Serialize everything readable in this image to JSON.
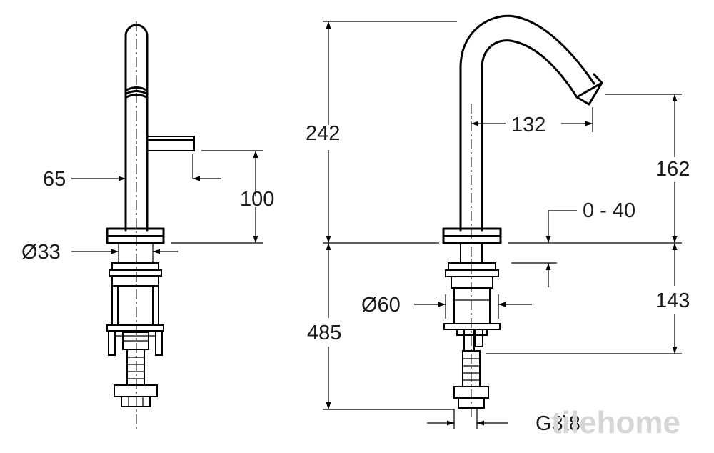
{
  "dimensions": {
    "side_spout_height": "65",
    "side_lever_height": "100",
    "side_shank_diameter": "Ø33",
    "front_total_height": "242",
    "front_spout_reach": "132",
    "front_outlet_height": "162",
    "front_deck_thickness": "0 - 40",
    "front_body_diameter": "Ø60",
    "front_below_deck": "485",
    "front_mount_depth": "143",
    "connection_thread": "G3\\8"
  },
  "watermark": "tilehome",
  "colors": {
    "line": "#000000",
    "background": "#ffffff",
    "watermark": "#d6d6d6"
  }
}
